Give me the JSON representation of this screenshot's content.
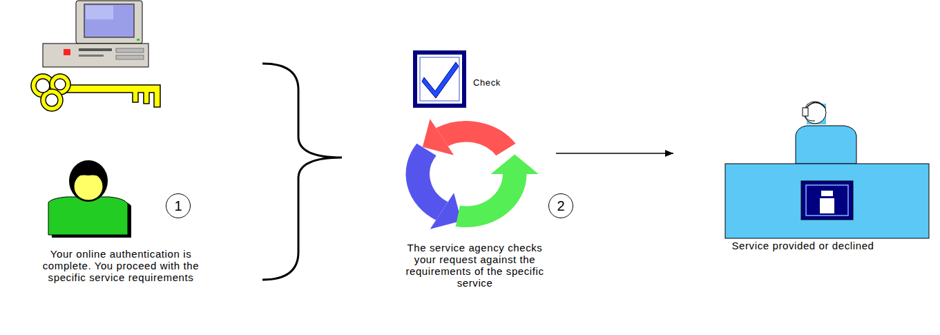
{
  "diagram": {
    "nodes": [
      {
        "text": [
          "Your online authentication is complete. You proceed with the specific service requirements"
        ]
      },
      {
        "text": [
          "1"
        ]
      },
      {
        "text": [
          "The service agency checks your request against the requirements of the specific service"
        ]
      },
      {
        "text": [
          "2"
        ]
      },
      {
        "text": [
          "Service provided or declined"
        ]
      }
    ],
    "edges": [
      {
        "from": 2,
        "to": 4,
        "arrow": "to"
      }
    ],
    "labels": [
      "Check"
    ]
  }
}
